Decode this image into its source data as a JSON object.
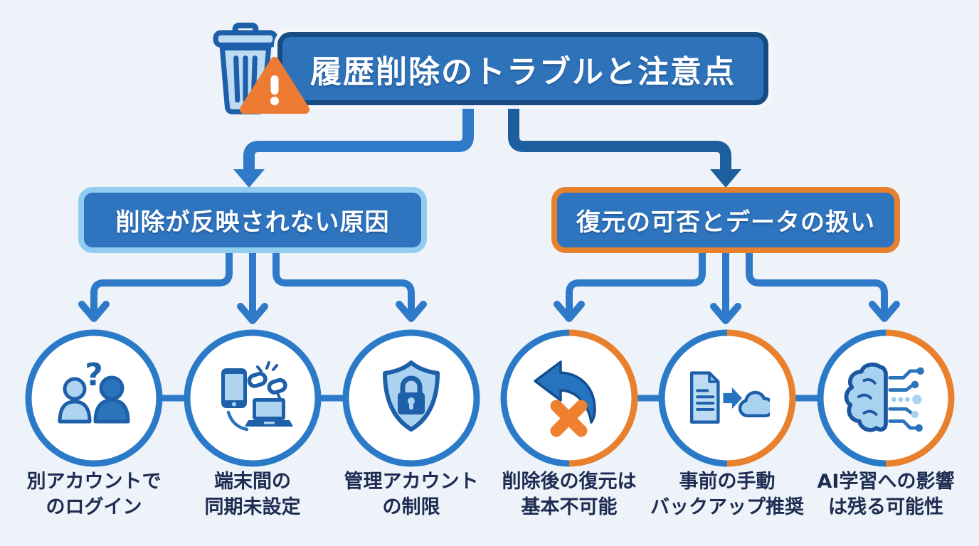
{
  "page": {
    "background": "#edf3f9",
    "language": "ja"
  },
  "title": {
    "text": "履歴削除のトラブルと注意点",
    "fill": "#2e72ba",
    "border": "#174b82",
    "icons": [
      "trash-icon",
      "warning-icon"
    ]
  },
  "branches": [
    {
      "id": "left",
      "label": "削除が反映されない原因",
      "fill": "#2e74bf",
      "border_color": "#92ccf1",
      "circle_border": "#2b7ac8",
      "items": [
        {
          "icon": "account-question-icon",
          "label_line1": "別アカウントで",
          "label_line2": "のログイン"
        },
        {
          "icon": "devices-unsynced-icon",
          "label_line1": "端末間の",
          "label_line2": "同期未設定"
        },
        {
          "icon": "shield-lock-icon",
          "label_line1": "管理アカウント",
          "label_line2": "の制限"
        }
      ]
    },
    {
      "id": "right",
      "label": "復元の可否とデータの扱い",
      "fill": "#2e74bf",
      "border_color": "#e8812e",
      "circle_border": "#2b7ac8 / #e8802e",
      "items": [
        {
          "icon": "undo-x-icon",
          "label_line1": "削除後の復元は",
          "label_line2": "基本不可能"
        },
        {
          "icon": "document-cloud-icon",
          "label_line1": "事前の手動",
          "label_line2": "バックアップ推奨"
        },
        {
          "icon": "brain-circuit-icon",
          "label_line1": "AI学習への影響",
          "label_line2": "は残る可能性"
        }
      ]
    }
  ],
  "colors": {
    "connector_blue": "#2e7ac8",
    "connector_dark": "#1c5e9e",
    "circle_blue": "#2b7ac8",
    "circle_orange": "#e8802e",
    "icon_dark_blue": "#1d5fa8",
    "icon_light_blue": "#aed4f0",
    "icon_mid_blue": "#2b74bc",
    "warning_orange": "#ee7b33",
    "label_text": "#1e2c52"
  }
}
